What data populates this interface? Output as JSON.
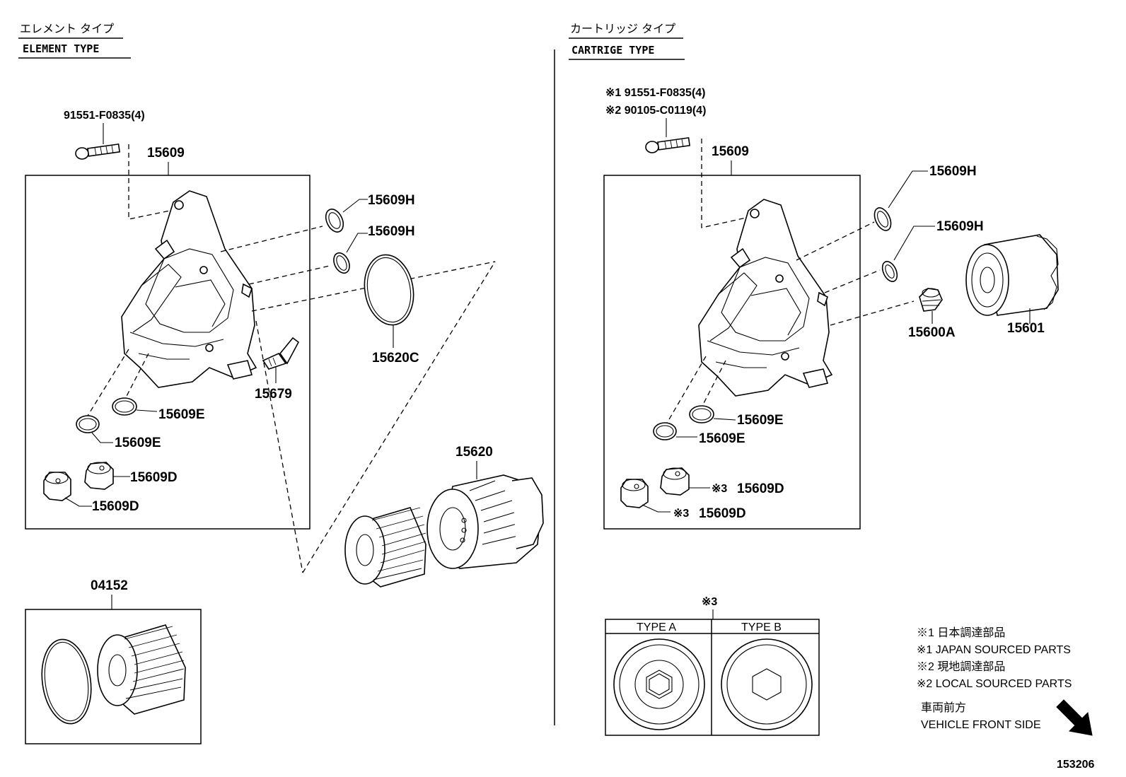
{
  "left_panel": {
    "header_jp": "エレメント タイプ",
    "header_en": "ELEMENT TYPE",
    "bolt_label": "91551-F0835(4)",
    "housing_label": "15609",
    "oring_upper_label": "15609H",
    "oring_lower_label": "15609H",
    "big_oring_label": "15620C",
    "clip_label": "15679",
    "seal_right_label": "15609E",
    "seal_left_label": "15609E",
    "plug_right_label": "15609D",
    "plug_left_label": "15609D",
    "cap_label": "15620",
    "element_kit_label": "04152"
  },
  "right_panel": {
    "header_jp": "カートリッジ タイプ",
    "header_en": "CARTRIGE TYPE",
    "bolt_label_1": "※1 91551-F0835(4)",
    "bolt_label_2": "※2 90105-C0119(4)",
    "housing_label": "15609",
    "oring_upper_label": "15609H",
    "oring_lower_label": "15609H",
    "union_label": "15600A",
    "filter_label": "15601",
    "seal_right_label": "15609E",
    "seal_left_label": "15609E",
    "plug_right_mark": "※3",
    "plug_right_label": "15609D",
    "plug_left_mark": "※3",
    "plug_left_label": "15609D",
    "type_table_mark": "※3",
    "type_a": "TYPE A",
    "type_b": "TYPE B"
  },
  "legend": {
    "line1": "※1 日本調達部品",
    "line2": "※1 JAPAN SOURCED PARTS",
    "line3": "※2 現地調達部品",
    "line4": "※2 LOCAL SOURCED PARTS",
    "front_jp": "車両前方",
    "front_en": "VEHICLE FRONT SIDE"
  },
  "figure_number": "153206",
  "icons": {
    "arrow": "front-direction-arrow-icon"
  }
}
